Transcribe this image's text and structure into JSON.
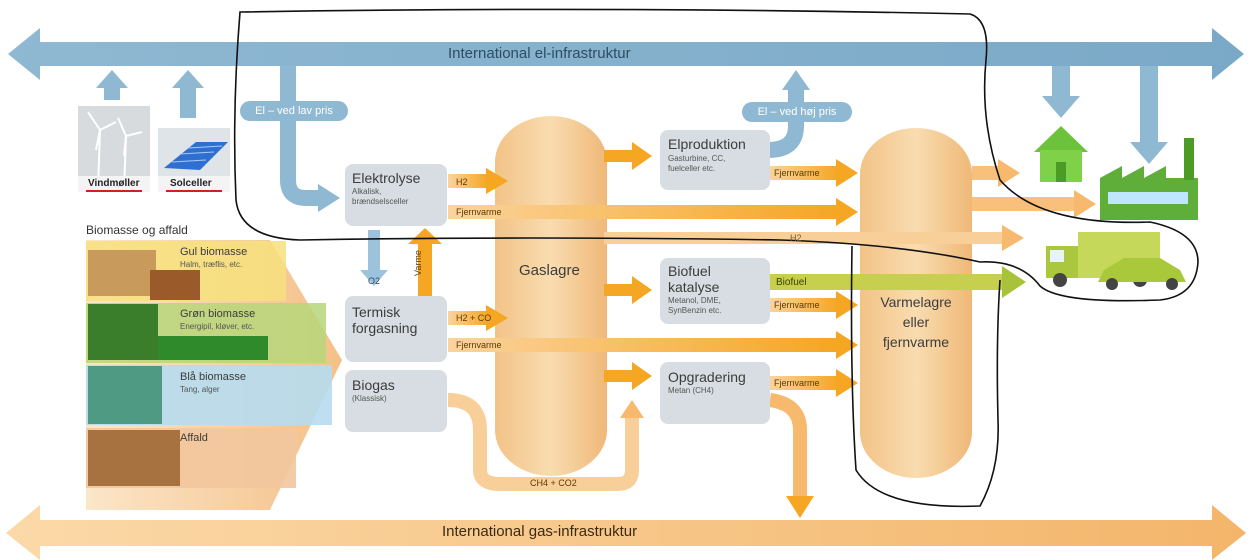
{
  "infrastructure": {
    "el": "International el-infrastruktur",
    "gas": "International gas-infrastruktur"
  },
  "sources": {
    "wind": "Vindmøller",
    "solar": "Solceller",
    "biomass_heading": "Biomasse og affald",
    "biomass": [
      {
        "name": "Gul biomasse",
        "desc": "Halm, træflis, etc."
      },
      {
        "name": "Grøn biomasse",
        "desc": "Energipil, kløver, etc."
      },
      {
        "name": "Blå biomasse",
        "desc": "Tang, alger"
      },
      {
        "name": "Affald",
        "desc": ""
      }
    ]
  },
  "price_tags": {
    "low": "El – ved lav pris",
    "high": "El – ved høj pris"
  },
  "processes": {
    "elektrolyse": {
      "title": "Elektrolyse",
      "desc": "Alkalisk,\nbrændselsceller"
    },
    "termisk": {
      "title": "Termisk\nforgasning",
      "desc": ""
    },
    "biogas": {
      "title": "Biogas",
      "desc": "(Klassisk)"
    },
    "elproduktion": {
      "title": "Elproduktion",
      "desc": "Gasturbine, CC,\nfuelceller etc."
    },
    "biofuel": {
      "title": "Biofuel\nkatalyse",
      "desc": "Metanol, DME,\nSynBenzin etc."
    },
    "opgradering": {
      "title": "Opgradering",
      "desc": "Metan (CH4)"
    }
  },
  "storage": {
    "gaslagre": "Gaslagre",
    "varmelagre": "Varmelagre\neller\nfjernvarme"
  },
  "flows": {
    "h2": "H2",
    "fjernvarme": "Fjernvarme",
    "varme": "Varme",
    "o2": "O2",
    "h2co": "H2 + CO",
    "biofuel": "Biofuel",
    "ch4co2": "CH4 + CO2"
  },
  "colors": {
    "blue_arrow": "#8fb8d2",
    "orange_arrow": "#f5a623",
    "gas_band": "#f7c88a"
  }
}
